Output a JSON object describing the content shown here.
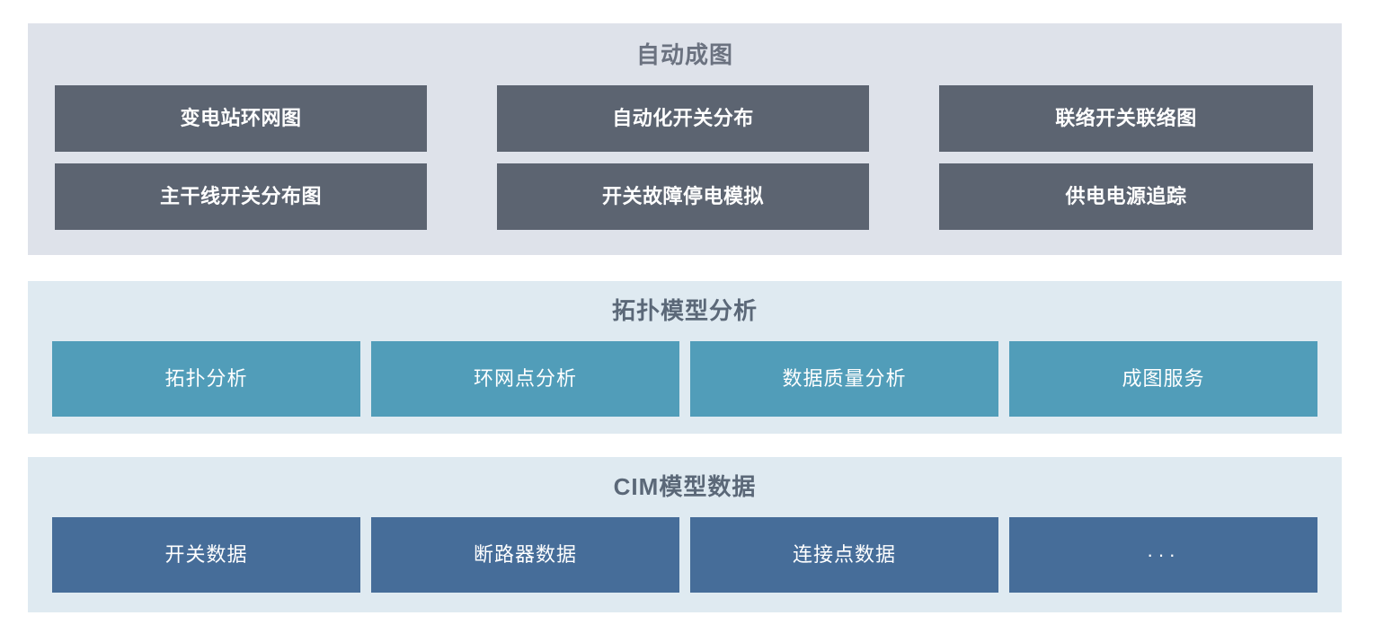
{
  "sections": [
    {
      "id": "auto-mapping",
      "title": "自动成图",
      "style": "dark",
      "panel_bg": "#dee2ea",
      "title_color": "#6b7280",
      "button_color": "#5c6471",
      "rows": [
        [
          {
            "label": "变电站环网图"
          },
          {
            "label": "自动化开关分布"
          },
          {
            "label": "联络开关联络图"
          }
        ],
        [
          {
            "label": "主干线开关分布图"
          },
          {
            "label": "开关故障停电模拟"
          },
          {
            "label": "供电电源追踪"
          }
        ]
      ]
    },
    {
      "id": "topology-model-analysis",
      "title": "拓扑模型分析",
      "style": "teal",
      "panel_bg": "#dfeaf1",
      "title_color": "#5b6878",
      "button_color": "#519db9",
      "rows": [
        [
          {
            "label": "拓扑分析"
          },
          {
            "label": "环网点分析"
          },
          {
            "label": "数据质量分析"
          },
          {
            "label": "成图服务"
          }
        ]
      ]
    },
    {
      "id": "cim-model-data",
      "title": "CIM模型数据",
      "style": "blue",
      "panel_bg": "#dfeaf1",
      "title_color": "#5b6878",
      "button_color": "#466d99",
      "rows": [
        [
          {
            "label": "开关数据"
          },
          {
            "label": "断路器数据"
          },
          {
            "label": "连接点数据"
          },
          {
            "label": "···"
          }
        ]
      ]
    }
  ]
}
